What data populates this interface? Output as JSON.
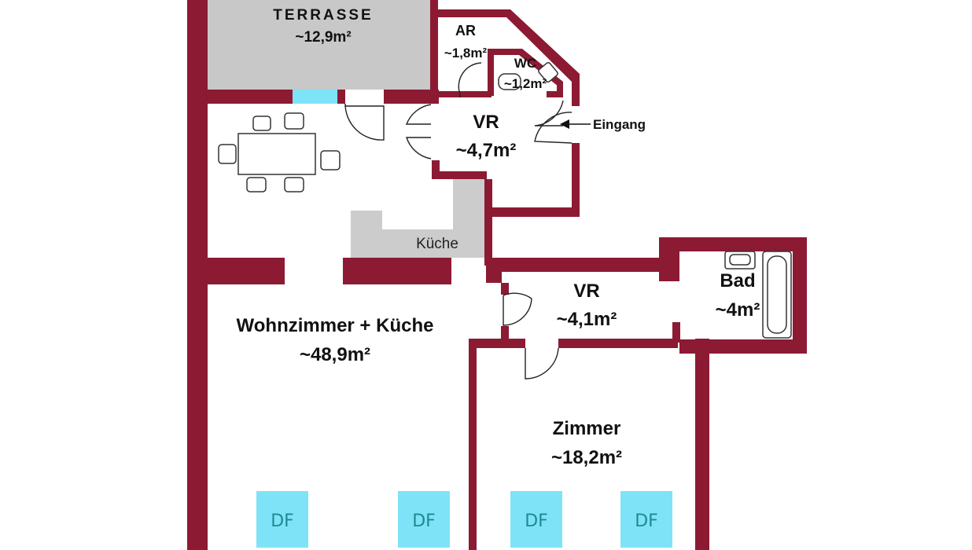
{
  "rooms": {
    "terrace": {
      "name": "TERRASSE",
      "area": "~12,9m²"
    },
    "storage": {
      "name": "AR",
      "area": "~1,8m²"
    },
    "wc": {
      "name": "WC",
      "area": "~1,2m²"
    },
    "hall_top": {
      "name": "VR",
      "area": "~4,7m²"
    },
    "kitchen_label": "Küche",
    "living": {
      "name": "Wohnzimmer + Küche",
      "area": "~48,9m²"
    },
    "hall_mid": {
      "name": "VR",
      "area": "~4,1m²"
    },
    "bath": {
      "name": "Bad",
      "area": "~4m²"
    },
    "bedroom": {
      "name": "Zimmer",
      "area": "~18,2m²"
    }
  },
  "entrance_label": "Eingang",
  "skylights": [
    "DF",
    "DF",
    "DF",
    "DF"
  ],
  "colors": {
    "wall": "#8c1a33",
    "skylight": "#7fe3f7",
    "terrace": "#c8c8c8"
  }
}
